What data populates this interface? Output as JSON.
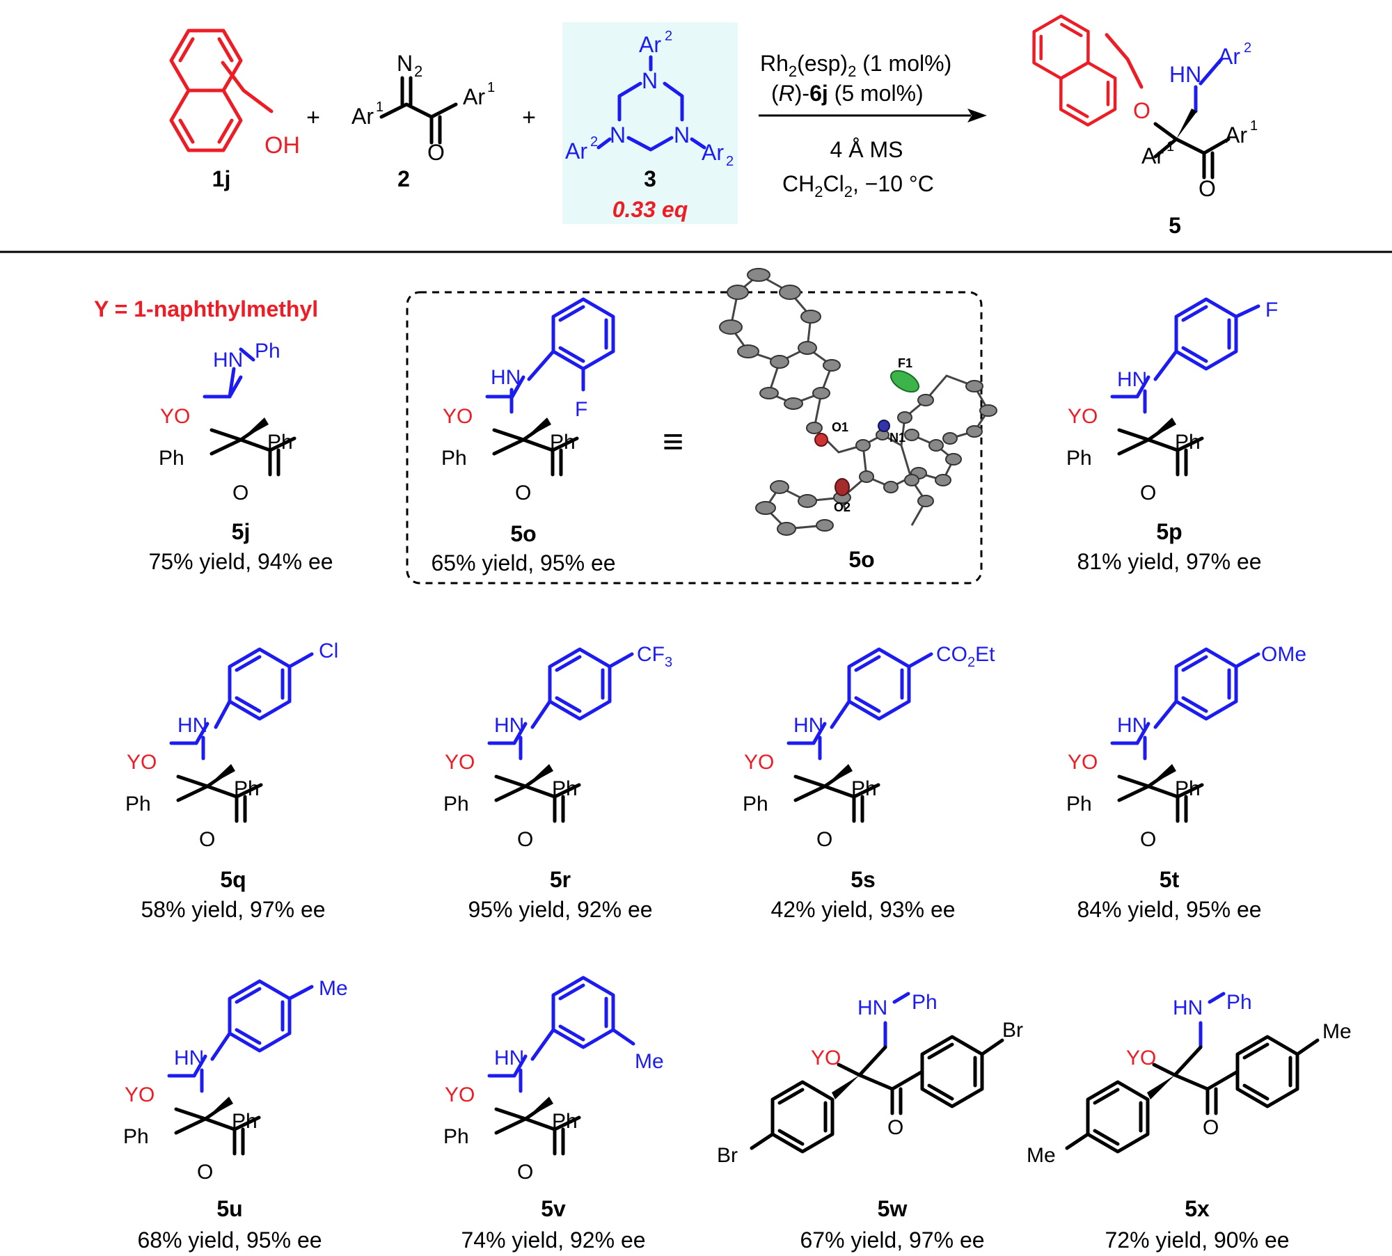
{
  "colors": {
    "black": "#000000",
    "red": "#ee1c24",
    "blue": "#1c1cf0",
    "highlight": "#e8f9f9"
  },
  "reaction": {
    "reactant1": {
      "oh": "OH",
      "label": "1j"
    },
    "plus1": "+",
    "reactant2": {
      "n2": "N",
      "n2_sub": "2",
      "ar": "Ar",
      "ar_sup": "1",
      "o": "O",
      "label": "2"
    },
    "plus2": "+",
    "reactant3": {
      "n": "N",
      "ar": "Ar",
      "ar_sup": "2",
      "ar_sub": "2",
      "label": "3",
      "equiv": "0.33 eq"
    },
    "conditions": {
      "line1": {
        "a": "Rh",
        "a_sub": "2",
        "b": "(esp)",
        "b_sub": "2",
        "c": " (1 mol%)"
      },
      "line2": {
        "p1": "(",
        "r": "R",
        "p2": ")-",
        "cat": "6j",
        "rest": " (5 mol%)"
      },
      "line3": "4 Å MS",
      "line4": {
        "a": "CH",
        "a_sub1": "2",
        "b": "Cl",
        "a_sub2": "2",
        "c": ", −10 °C"
      }
    },
    "product": {
      "hn": "HN",
      "ar": "Ar",
      "sup2": "2",
      "sup1": "1",
      "o": "O",
      "label": "5"
    }
  },
  "y_definition": "Y = 1-naphthylmethyl",
  "atoms": {
    "yo": "YO",
    "hn": "HN",
    "ph": "Ph",
    "o": "O",
    "f": "F",
    "br": "Br",
    "me": "Me",
    "equiv": "≡"
  },
  "crystal": {
    "f1": "F1",
    "o1": "O1",
    "n1": "N1",
    "o2": "O2",
    "label": "5o"
  },
  "substituents": {
    "cl": "Cl",
    "cf": "CF",
    "cf_sub": "3",
    "co": "CO",
    "co_sub": "2",
    "co_rest": "Et",
    "ome": "OMe",
    "me": "Me"
  },
  "compounds": [
    {
      "id": "5j",
      "result": "75% yield, 94% ee"
    },
    {
      "id": "5o",
      "result": "65% yield, 95% ee"
    },
    {
      "id": "5p",
      "result": "81% yield, 97% ee"
    },
    {
      "id": "5q",
      "result": "58% yield, 97% ee"
    },
    {
      "id": "5r",
      "result": "95% yield, 92% ee"
    },
    {
      "id": "5s",
      "result": "42% yield, 93% ee"
    },
    {
      "id": "5t",
      "result": "84% yield, 95% ee"
    },
    {
      "id": "5u",
      "result": "68% yield, 95% ee"
    },
    {
      "id": "5v",
      "result": "74% yield, 92% ee"
    },
    {
      "id": "5w",
      "result": "67% yield, 97% ee"
    },
    {
      "id": "5x",
      "result": "72% yield, 90% ee"
    }
  ]
}
